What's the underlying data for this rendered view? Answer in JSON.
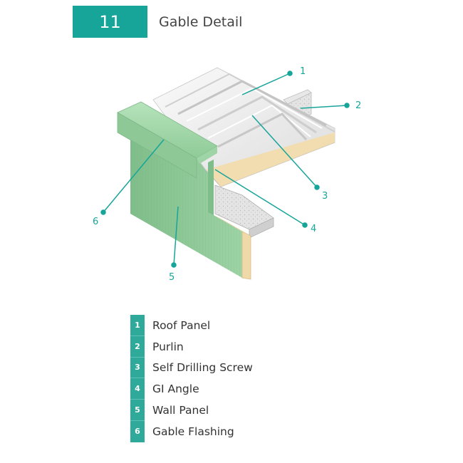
{
  "header": {
    "number": "11",
    "title": "Gable Detail"
  },
  "callouts": [
    "1",
    "2",
    "3",
    "4",
    "5",
    "6"
  ],
  "legend": [
    {
      "num": "1",
      "label": "Roof Panel"
    },
    {
      "num": "2",
      "label": "Purlin"
    },
    {
      "num": "3",
      "label": "Self Drilling Screw"
    },
    {
      "num": "4",
      "label": "GI Angle"
    },
    {
      "num": "5",
      "label": "Wall Panel"
    },
    {
      "num": "6",
      "label": "Gable Flashing"
    }
  ],
  "colors": {
    "accent": "#17a59a",
    "legend_badge": "#2fa99a",
    "wall_green": "#8cc795",
    "roof_white": "#f2f2f2",
    "insulation": "#f0d9a8"
  }
}
